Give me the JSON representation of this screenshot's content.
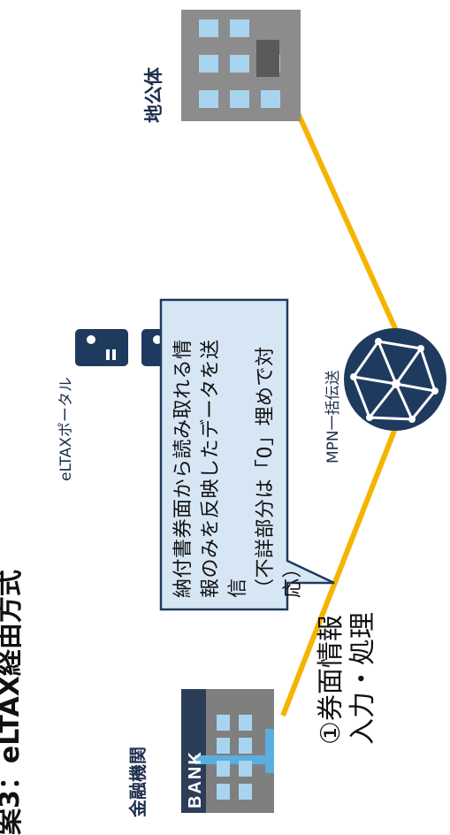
{
  "heading": "案3：eLTAX経由方式",
  "labels": {
    "bank": "金融機関",
    "bank_sign": "BANK",
    "local_gov": "地公体",
    "portal": "eLTAXポータル",
    "mpn": "MPN一括伝送",
    "step": "①券面情報\n入力・処理"
  },
  "bubble_lines": [
    "納付書券面から読み取れる情",
    "報のみを反映したデータを送信",
    "（不詳部分は「0」埋めで対応）"
  ],
  "colors": {
    "arrow": "#f5b400",
    "icon_navy": "#1f3a5f",
    "bubble_fill": "#d6e6f5",
    "bubble_stroke": "#1f3a5f",
    "building_gray": "#8c8c8c",
    "window_blue": "#a8d4f0"
  }
}
